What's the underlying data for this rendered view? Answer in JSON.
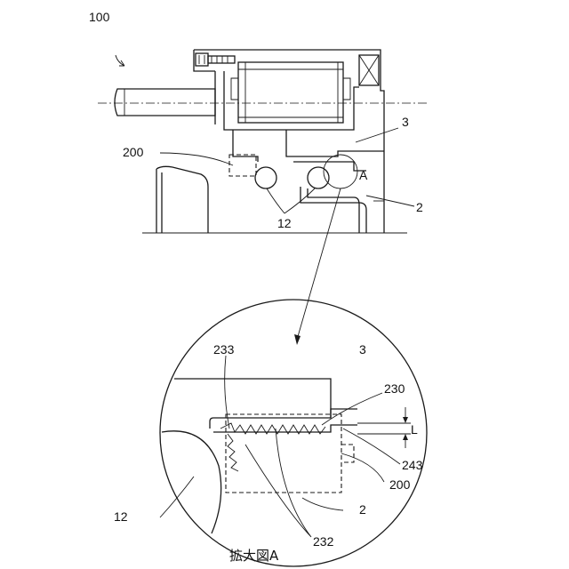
{
  "labels": {
    "assembly": "100",
    "seal_upper": "200",
    "part3_upper": "3",
    "part2_upper": "2",
    "balls_upper": "12",
    "detail_marker": "A",
    "part233": "233",
    "part3_detail": "3",
    "part230": "230",
    "gap": "L",
    "part243": "243",
    "seal_detail": "200",
    "balls_detail": "12",
    "part2_detail": "2",
    "part232": "232"
  },
  "caption": "拡大図A"
}
